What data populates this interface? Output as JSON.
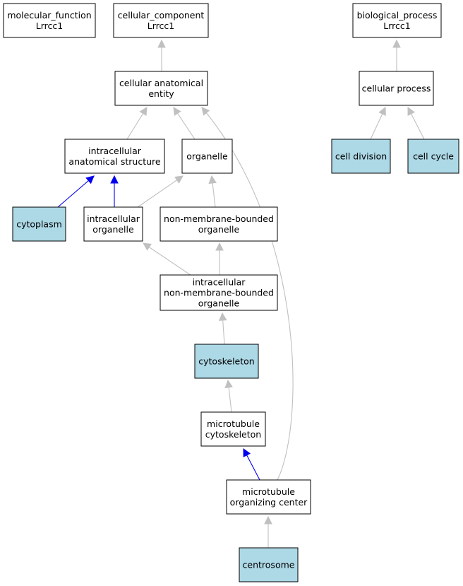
{
  "colors": {
    "highlight_fill": "#add8e6",
    "plain_fill": "#ffffff",
    "edge_gray": "#c0c0c0",
    "edge_blue": "#0000ee"
  },
  "nodes": {
    "molecular_function": {
      "lines": [
        "molecular_function",
        "Lrrcc1"
      ],
      "highlighted": false
    },
    "cellular_component": {
      "lines": [
        "cellular_component",
        "Lrrcc1"
      ],
      "highlighted": false
    },
    "biological_process": {
      "lines": [
        "biological_process",
        "Lrrcc1"
      ],
      "highlighted": false
    },
    "cellular_anatomical_entity": {
      "lines": [
        "cellular anatomical",
        "entity"
      ],
      "highlighted": false
    },
    "cellular_process": {
      "lines": [
        "cellular process"
      ],
      "highlighted": false
    },
    "intracellular_anatomical_structure": {
      "lines": [
        "intracellular",
        "anatomical structure"
      ],
      "highlighted": false
    },
    "organelle": {
      "lines": [
        "organelle"
      ],
      "highlighted": false
    },
    "cell_division": {
      "lines": [
        "cell division"
      ],
      "highlighted": true
    },
    "cell_cycle": {
      "lines": [
        "cell cycle"
      ],
      "highlighted": true
    },
    "cytoplasm": {
      "lines": [
        "cytoplasm"
      ],
      "highlighted": true
    },
    "intracellular_organelle": {
      "lines": [
        "intracellular",
        "organelle"
      ],
      "highlighted": false
    },
    "non_membrane_bounded_organelle": {
      "lines": [
        "non-membrane-bounded",
        "organelle"
      ],
      "highlighted": false
    },
    "intracellular_non_membrane_bounded_organelle": {
      "lines": [
        "intracellular",
        "non-membrane-bounded",
        "organelle"
      ],
      "highlighted": false
    },
    "cytoskeleton": {
      "lines": [
        "cytoskeleton"
      ],
      "highlighted": true
    },
    "microtubule_cytoskeleton": {
      "lines": [
        "microtubule",
        "cytoskeleton"
      ],
      "highlighted": false
    },
    "microtubule_organizing_center": {
      "lines": [
        "microtubule",
        "organizing center"
      ],
      "highlighted": false
    },
    "centrosome": {
      "lines": [
        "centrosome"
      ],
      "highlighted": true
    }
  },
  "edges": [
    {
      "from": "cellular_anatomical_entity",
      "to": "cellular_component",
      "kind": "gray"
    },
    {
      "from": "cellular_process",
      "to": "biological_process",
      "kind": "gray"
    },
    {
      "from": "intracellular_anatomical_structure",
      "to": "cellular_anatomical_entity",
      "kind": "gray"
    },
    {
      "from": "organelle",
      "to": "cellular_anatomical_entity",
      "kind": "gray"
    },
    {
      "from": "cytoplasm",
      "to": "cellular_anatomical_entity",
      "kind": "gray"
    },
    {
      "from": "microtubule_organizing_center",
      "to": "cellular_anatomical_entity",
      "kind": "gray"
    },
    {
      "from": "cell_division",
      "to": "cellular_process",
      "kind": "gray"
    },
    {
      "from": "cell_cycle",
      "to": "cellular_process",
      "kind": "gray"
    },
    {
      "from": "cytoplasm",
      "to": "intracellular_anatomical_structure",
      "kind": "blue"
    },
    {
      "from": "intracellular_organelle",
      "to": "intracellular_anatomical_structure",
      "kind": "blue"
    },
    {
      "from": "intracellular_organelle",
      "to": "organelle",
      "kind": "gray"
    },
    {
      "from": "non_membrane_bounded_organelle",
      "to": "organelle",
      "kind": "gray"
    },
    {
      "from": "intracellular_non_membrane_bounded_organelle",
      "to": "intracellular_organelle",
      "kind": "gray"
    },
    {
      "from": "intracellular_non_membrane_bounded_organelle",
      "to": "non_membrane_bounded_organelle",
      "kind": "gray"
    },
    {
      "from": "cytoskeleton",
      "to": "intracellular_non_membrane_bounded_organelle",
      "kind": "gray"
    },
    {
      "from": "microtubule_cytoskeleton",
      "to": "cytoskeleton",
      "kind": "gray"
    },
    {
      "from": "microtubule_organizing_center",
      "to": "microtubule_cytoskeleton",
      "kind": "blue"
    },
    {
      "from": "centrosome",
      "to": "microtubule_organizing_center",
      "kind": "gray"
    }
  ]
}
